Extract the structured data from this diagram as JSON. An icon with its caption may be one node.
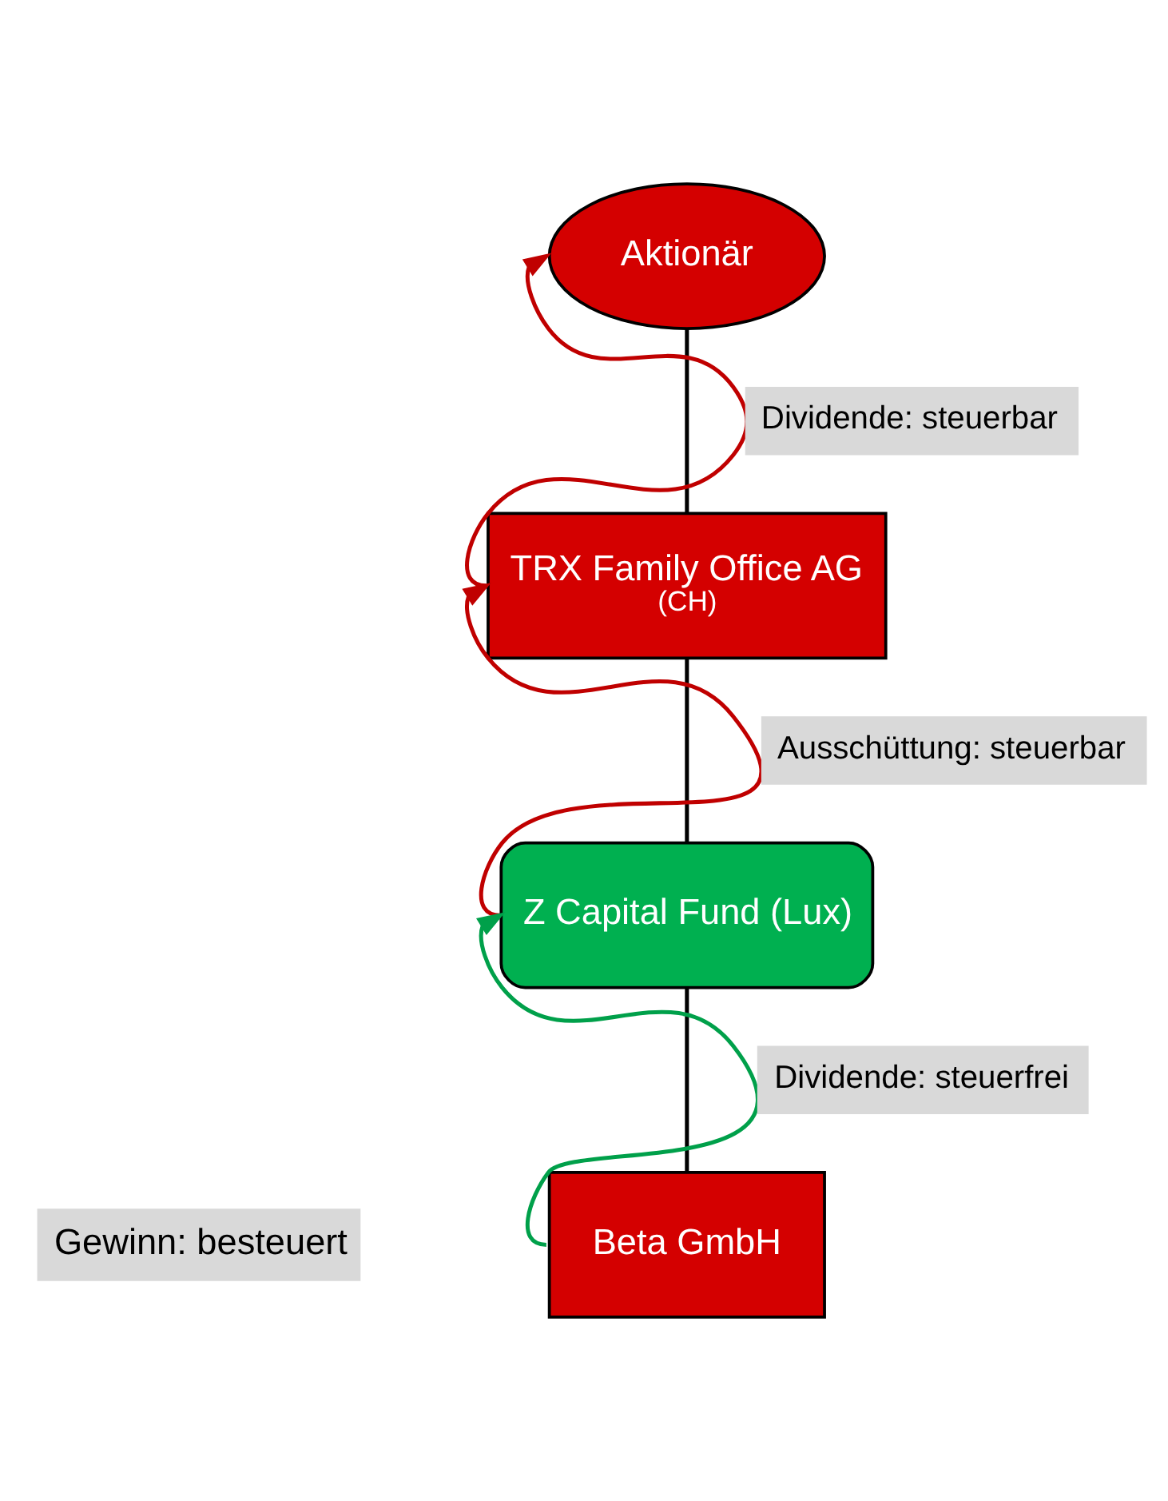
{
  "diagram": {
    "nodes": [
      {
        "text": [
          "Aktionär"
        ]
      },
      {
        "text": [
          "TRX Family Office AG",
          "(CH)"
        ]
      },
      {
        "text": [
          "Z Capital Fund (Lux)"
        ]
      },
      {
        "text": [
          "Beta GmbH"
        ]
      }
    ],
    "edges": [
      {
        "from": 0,
        "to": 1,
        "arrow": "none"
      },
      {
        "from": 1,
        "to": 2,
        "arrow": "none"
      },
      {
        "from": 2,
        "to": 3,
        "arrow": "none"
      },
      {
        "from": 1,
        "to": 0,
        "arrow": "to",
        "label": "Dividende: steuerbar",
        "color": "#c00000"
      },
      {
        "from": 2,
        "to": 1,
        "arrow": "to",
        "label": "Ausschüttung: steuerbar",
        "color": "#c00000"
      },
      {
        "from": 3,
        "to": 2,
        "arrow": "to",
        "label": "Dividende: steuerfrei",
        "color": "#00a04a"
      }
    ],
    "labels": [
      "Gewinn: besteuert"
    ]
  }
}
